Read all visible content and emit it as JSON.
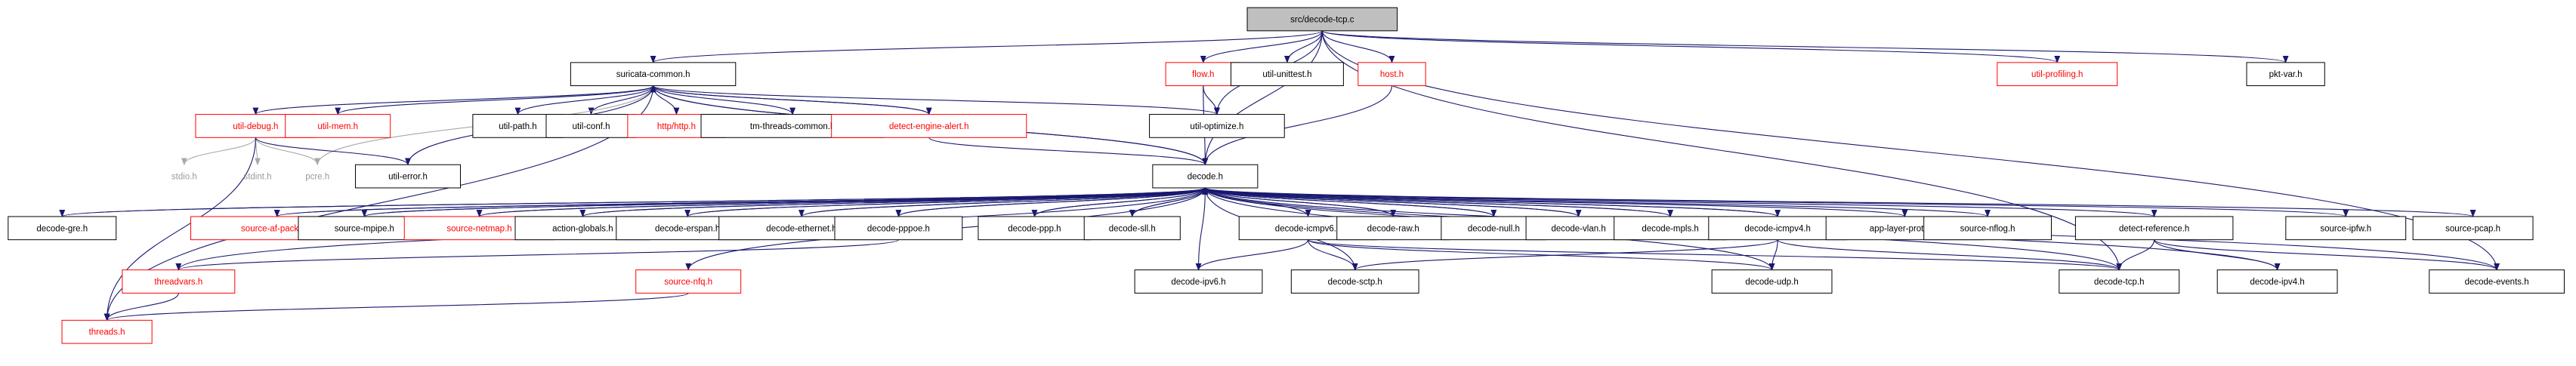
{
  "colors": {
    "edge": "#191970",
    "edge_gray": "#a9a9a9",
    "red_node": "#ff0000",
    "root_fill": "#bfbfbf"
  },
  "nodes": [
    {
      "id": "root",
      "label": "src/decode-tcp.c",
      "style": "root"
    },
    {
      "id": "suricata_common",
      "label": "suricata-common.h",
      "style": "black"
    },
    {
      "id": "flow",
      "label": "flow.h",
      "style": "red"
    },
    {
      "id": "util_unittest",
      "label": "util-unittest.h",
      "style": "black"
    },
    {
      "id": "host",
      "label": "host.h",
      "style": "red"
    },
    {
      "id": "util_profiling",
      "label": "util-profiling.h",
      "style": "red"
    },
    {
      "id": "pkt_var",
      "label": "pkt-var.h",
      "style": "black"
    },
    {
      "id": "util_debug",
      "label": "util-debug.h",
      "style": "red"
    },
    {
      "id": "util_mem",
      "label": "util-mem.h",
      "style": "red"
    },
    {
      "id": "util_path",
      "label": "util-path.h",
      "style": "black"
    },
    {
      "id": "util_conf",
      "label": "util-conf.h",
      "style": "black"
    },
    {
      "id": "http_http",
      "label": "http/http.h",
      "style": "red"
    },
    {
      "id": "tm_threads_common",
      "label": "tm-threads-common.h",
      "style": "black"
    },
    {
      "id": "detect_engine_alert",
      "label": "detect-engine-alert.h",
      "style": "red"
    },
    {
      "id": "util_optimize",
      "label": "util-optimize.h",
      "style": "black"
    },
    {
      "id": "stdio",
      "label": "stdio.h",
      "style": "gray"
    },
    {
      "id": "stdint",
      "label": "stdint.h",
      "style": "gray"
    },
    {
      "id": "pcre",
      "label": "pcre.h",
      "style": "gray"
    },
    {
      "id": "util_error",
      "label": "util-error.h",
      "style": "black"
    },
    {
      "id": "decode",
      "label": "decode.h",
      "style": "black"
    },
    {
      "id": "decode_gre",
      "label": "decode-gre.h",
      "style": "black"
    },
    {
      "id": "source_af_packet",
      "label": "source-af-packet.h",
      "style": "red"
    },
    {
      "id": "source_mpipe",
      "label": "source-mpipe.h",
      "style": "black"
    },
    {
      "id": "source_netmap",
      "label": "source-netmap.h",
      "style": "red"
    },
    {
      "id": "action_globals",
      "label": "action-globals.h",
      "style": "black"
    },
    {
      "id": "decode_erspan",
      "label": "decode-erspan.h",
      "style": "black"
    },
    {
      "id": "decode_ethernet",
      "label": "decode-ethernet.h",
      "style": "black"
    },
    {
      "id": "decode_pppoe",
      "label": "decode-pppoe.h",
      "style": "black"
    },
    {
      "id": "decode_ppp",
      "label": "decode-ppp.h",
      "style": "black"
    },
    {
      "id": "decode_sll",
      "label": "decode-sll.h",
      "style": "black"
    },
    {
      "id": "decode_icmpv6",
      "label": "decode-icmpv6.h",
      "style": "black"
    },
    {
      "id": "decode_raw",
      "label": "decode-raw.h",
      "style": "black"
    },
    {
      "id": "decode_null",
      "label": "decode-null.h",
      "style": "black"
    },
    {
      "id": "decode_vlan",
      "label": "decode-vlan.h",
      "style": "black"
    },
    {
      "id": "decode_mpls",
      "label": "decode-mpls.h",
      "style": "black"
    },
    {
      "id": "decode_icmpv4",
      "label": "decode-icmpv4.h",
      "style": "black"
    },
    {
      "id": "app_layer_protos",
      "label": "app-layer-protos.h",
      "style": "black"
    },
    {
      "id": "source_nflog",
      "label": "source-nflog.h",
      "style": "black"
    },
    {
      "id": "detect_reference",
      "label": "detect-reference.h",
      "style": "black"
    },
    {
      "id": "source_ipfw",
      "label": "source-ipfw.h",
      "style": "black"
    },
    {
      "id": "source_pcap",
      "label": "source-pcap.h",
      "style": "black"
    },
    {
      "id": "threadvars",
      "label": "threadvars.h",
      "style": "red"
    },
    {
      "id": "source_nfq",
      "label": "source-nfq.h",
      "style": "red"
    },
    {
      "id": "decode_ipv6",
      "label": "decode-ipv6.h",
      "style": "black"
    },
    {
      "id": "decode_sctp",
      "label": "decode-sctp.h",
      "style": "black"
    },
    {
      "id": "decode_udp",
      "label": "decode-udp.h",
      "style": "black"
    },
    {
      "id": "decode_tcp",
      "label": "decode-tcp.h",
      "style": "black"
    },
    {
      "id": "decode_ipv4",
      "label": "decode-ipv4.h",
      "style": "black"
    },
    {
      "id": "decode_events",
      "label": "decode-events.h",
      "style": "black"
    },
    {
      "id": "threads",
      "label": "threads.h",
      "style": "red"
    }
  ],
  "edges": [
    [
      "root",
      "suricata_common"
    ],
    [
      "root",
      "flow"
    ],
    [
      "root",
      "util_unittest"
    ],
    [
      "root",
      "host"
    ],
    [
      "root",
      "util_profiling"
    ],
    [
      "root",
      "pkt_var"
    ],
    [
      "root",
      "decode"
    ],
    [
      "root",
      "util_optimize"
    ],
    [
      "root",
      "decode_tcp"
    ],
    [
      "root",
      "decode_events"
    ],
    [
      "suricata_common",
      "util_debug"
    ],
    [
      "suricata_common",
      "util_mem"
    ],
    [
      "suricata_common",
      "util_path"
    ],
    [
      "suricata_common",
      "util_conf"
    ],
    [
      "suricata_common",
      "http_http"
    ],
    [
      "suricata_common",
      "tm_threads_common"
    ],
    [
      "suricata_common",
      "detect_engine_alert"
    ],
    [
      "suricata_common",
      "util_optimize"
    ],
    [
      "suricata_common",
      "pcre"
    ],
    [
      "suricata_common",
      "util_error"
    ],
    [
      "suricata_common",
      "decode"
    ],
    [
      "suricata_common",
      "threads"
    ],
    [
      "flow",
      "util_optimize"
    ],
    [
      "flow",
      "decode"
    ],
    [
      "host",
      "decode"
    ],
    [
      "util_debug",
      "stdio"
    ],
    [
      "util_debug",
      "stdint"
    ],
    [
      "util_debug",
      "pcre"
    ],
    [
      "util_debug",
      "util_error"
    ],
    [
      "util_debug",
      "threads"
    ],
    [
      "detect_engine_alert",
      "suricata_common"
    ],
    [
      "detect_engine_alert",
      "decode"
    ],
    [
      "decode",
      "suricata_common"
    ],
    [
      "decode",
      "threadvars"
    ],
    [
      "decode",
      "decode_gre"
    ],
    [
      "decode",
      "source_af_packet"
    ],
    [
      "decode",
      "source_mpipe"
    ],
    [
      "decode",
      "source_netmap"
    ],
    [
      "decode",
      "action_globals"
    ],
    [
      "decode",
      "decode_erspan"
    ],
    [
      "decode",
      "decode_ethernet"
    ],
    [
      "decode",
      "decode_pppoe"
    ],
    [
      "decode",
      "decode_ppp"
    ],
    [
      "decode",
      "decode_sll"
    ],
    [
      "decode",
      "decode_icmpv6"
    ],
    [
      "decode",
      "decode_raw"
    ],
    [
      "decode",
      "decode_null"
    ],
    [
      "decode",
      "decode_vlan"
    ],
    [
      "decode",
      "decode_mpls"
    ],
    [
      "decode",
      "decode_icmpv4"
    ],
    [
      "decode",
      "app_layer_protos"
    ],
    [
      "decode",
      "source_nflog"
    ],
    [
      "decode",
      "detect_reference"
    ],
    [
      "decode",
      "source_ipfw"
    ],
    [
      "decode",
      "source_pcap"
    ],
    [
      "decode",
      "source_nfq"
    ],
    [
      "decode",
      "decode_ipv6"
    ],
    [
      "decode",
      "decode_sctp"
    ],
    [
      "decode",
      "decode_udp"
    ],
    [
      "decode",
      "decode_tcp"
    ],
    [
      "decode",
      "decode_ipv4"
    ],
    [
      "decode",
      "decode_events"
    ],
    [
      "decode_gre",
      "decode"
    ],
    [
      "action_globals",
      "decode"
    ],
    [
      "decode_erspan",
      "decode"
    ],
    [
      "decode_ethernet",
      "decode"
    ],
    [
      "decode_pppoe",
      "decode"
    ],
    [
      "decode_ppp",
      "decode"
    ],
    [
      "decode_sll",
      "decode"
    ],
    [
      "decode_raw",
      "decode"
    ],
    [
      "decode_null",
      "decode"
    ],
    [
      "decode_vlan",
      "decode"
    ],
    [
      "decode_mpls",
      "decode"
    ],
    [
      "decode_icmpv4",
      "decode"
    ],
    [
      "source_mpipe",
      "decode"
    ],
    [
      "source_netmap",
      "decode"
    ],
    [
      "source_af_packet",
      "decode"
    ],
    [
      "decode_icmpv6",
      "decode_ipv6"
    ],
    [
      "decode_icmpv6",
      "decode_sctp"
    ],
    [
      "decode_icmpv6",
      "decode_udp"
    ],
    [
      "decode_icmpv6",
      "decode_tcp"
    ],
    [
      "decode_icmpv4",
      "decode_sctp"
    ],
    [
      "decode_icmpv4",
      "decode_udp"
    ],
    [
      "decode_icmpv4",
      "decode_tcp"
    ],
    [
      "detect_reference",
      "decode_tcp"
    ],
    [
      "detect_reference",
      "decode_ipv4"
    ],
    [
      "detect_reference",
      "decode_events"
    ],
    [
      "decode_pppoe",
      "threadvars"
    ],
    [
      "source_nfq",
      "threads"
    ],
    [
      "threadvars",
      "threads"
    ]
  ]
}
